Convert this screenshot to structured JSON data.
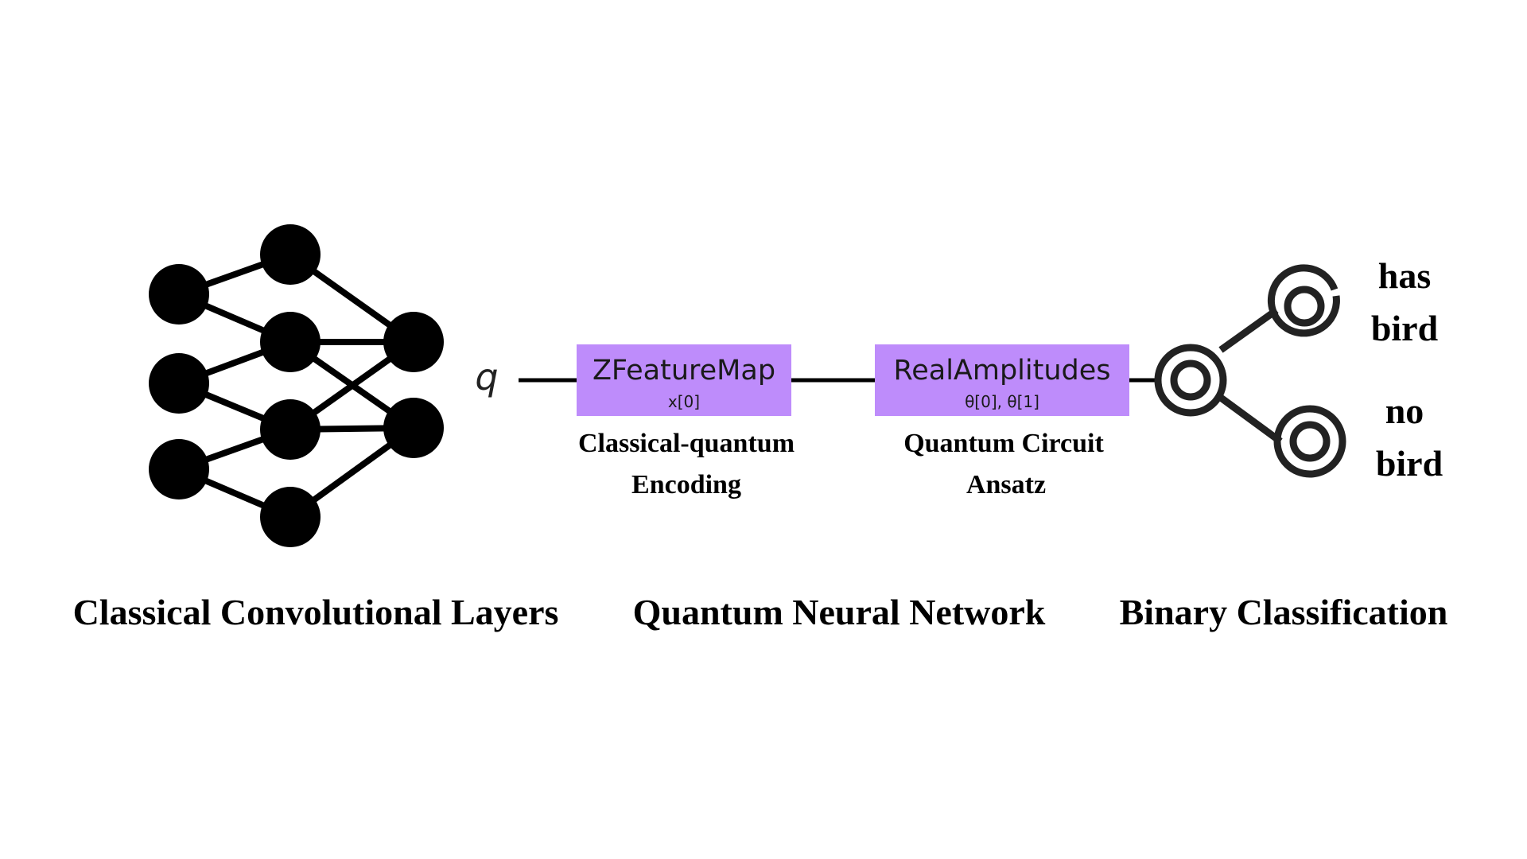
{
  "qubit_label": "q",
  "gates": [
    {
      "name": "ZFeatureMap",
      "params": "x[0]",
      "caption_line1": "Classical-quantum",
      "caption_line2": "Encoding"
    },
    {
      "name": "RealAmplitudes",
      "params": "θ[0], θ[1]",
      "caption_line1": "Quantum Circuit",
      "caption_line2": "Ansatz"
    }
  ],
  "outputs": [
    {
      "line1": "has",
      "line2": "bird"
    },
    {
      "line1": "no",
      "line2": "bird"
    }
  ],
  "section_titles": {
    "classical": "Classical Convolutional Layers",
    "quantum": "Quantum Neural Network",
    "binary": "Binary Classification"
  },
  "colors": {
    "gate_fill": "#be8cfb",
    "ink": "#000000",
    "node_stroke": "#222222"
  },
  "icons": [
    "neural-network-icon",
    "target-node-icon"
  ]
}
